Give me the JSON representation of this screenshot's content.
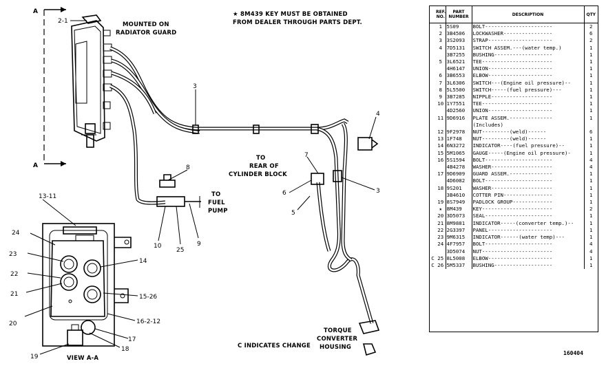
{
  "diagram": {
    "notes": {
      "key_note_1": "★ 8M439 KEY MUST BE OBTAINED",
      "key_note_2": "FROM DEALER THROUGH PARTS DEPT.",
      "mounted_1": "MOUNTED ON",
      "mounted_2": "RADIATOR GUARD",
      "rear_1": "TO",
      "rear_2": "REAR OF",
      "rear_3": "CYLINDER BLOCK",
      "fuel_1": "TO",
      "fuel_2": "FUEL",
      "fuel_3": "PUMP",
      "torque_1": "TORQUE",
      "torque_2": "CONVERTER",
      "torque_3": "HOUSING",
      "change_note": "C INDICATES CHANGE",
      "view_label": "VIEW A-A",
      "section_a_top": "A",
      "section_a_bottom": "A"
    },
    "callouts": {
      "c2_1": "2-1",
      "c3a": "3",
      "c3b": "3",
      "c4": "4",
      "c5": "5",
      "c6": "6",
      "c7": "7",
      "c8": "8",
      "c9": "9",
      "c10": "10",
      "c25": "25",
      "c13_11": "13-11",
      "c24": "24",
      "c23": "23",
      "c22": "22",
      "c21": "21",
      "c20": "20",
      "c14": "14",
      "c15_26": "15-26",
      "c16_2_12": "16-2-12",
      "c17": "17",
      "c18": "18",
      "c19": "19"
    }
  },
  "parts_list": {
    "headers": [
      "REF. NO.",
      "PART NUMBER",
      "DESCRIPTION",
      "QTY"
    ],
    "rows": [
      {
        "c": "",
        "ref": "1",
        "part": "5S09",
        "desc": "BOLT----------------------",
        "qty": "2"
      },
      {
        "c": "",
        "ref": "2",
        "part": "3B4506",
        "desc": "LOCKWASHER----------------",
        "qty": "6"
      },
      {
        "c": "",
        "ref": "3",
        "part": "3S2093",
        "desc": "STRAP---------------------",
        "qty": "2"
      },
      {
        "c": "",
        "ref": "4",
        "part": "7D5131",
        "desc": "SWITCH ASSEM.---(water temp.)",
        "qty": "1"
      },
      {
        "c": "",
        "ref": "",
        "part": "3B7255",
        "desc": "BUSHING-------------------",
        "qty": "1"
      },
      {
        "c": "",
        "ref": "5",
        "part": "3L6521",
        "desc": "TEE-----------------------",
        "qty": "1"
      },
      {
        "c": "",
        "ref": "",
        "part": "4H6147",
        "desc": "UNION---------------------",
        "qty": "1"
      },
      {
        "c": "",
        "ref": "6",
        "part": "3B6553",
        "desc": "ELBOW---------------------",
        "qty": "1"
      },
      {
        "c": "",
        "ref": "7",
        "part": "3L6306",
        "desc": "SWITCH---(Engine oil pressure)--",
        "qty": "1"
      },
      {
        "c": "",
        "ref": "8",
        "part": "5L5500",
        "desc": "SWITCH-----(fuel pressure)---",
        "qty": "1"
      },
      {
        "c": "",
        "ref": "9",
        "part": "3B7285",
        "desc": "NIPPLE--------------------",
        "qty": "1"
      },
      {
        "c": "",
        "ref": "10",
        "part": "1Y7551",
        "desc": "TEE-----------------------",
        "qty": "1"
      },
      {
        "c": "",
        "ref": "",
        "part": "4D2560",
        "desc": "UNION---------------------",
        "qty": "1"
      },
      {
        "c": "",
        "ref": "11",
        "part": "9D6916",
        "desc": "PLATE ASSEM.--------------",
        "qty": "1"
      },
      {
        "c": "",
        "ref": "",
        "part": "",
        "desc": "  (Includes)",
        "qty": ""
      },
      {
        "c": "",
        "ref": "12",
        "part": "9F2978",
        "desc": "  NUT---------(weld)------",
        "qty": "6"
      },
      {
        "c": "",
        "ref": "13",
        "part": "1F748",
        "desc": "  NUT---------(weld)------",
        "qty": "1"
      },
      {
        "c": "",
        "ref": "14",
        "part": "6N3272",
        "desc": "INDICATOR----(fuel pressure)--",
        "qty": "1"
      },
      {
        "c": "",
        "ref": "15",
        "part": "5M1065",
        "desc": "GAUGE-----(Engine oil pressure)-",
        "qty": "1"
      },
      {
        "c": "",
        "ref": "16",
        "part": "5S1594",
        "desc": "BOLT----------------------",
        "qty": "4"
      },
      {
        "c": "",
        "ref": "",
        "part": "4B4278",
        "desc": "WASHER--------------------",
        "qty": "4"
      },
      {
        "c": "",
        "ref": "17",
        "part": "9D6909",
        "desc": "GUARD ASSEM.--------------",
        "qty": "1"
      },
      {
        "c": "",
        "ref": "",
        "part": "4D6082",
        "desc": "BOLT----------------------",
        "qty": "1"
      },
      {
        "c": "",
        "ref": "18",
        "part": "9S201",
        "desc": "WASHER--------------------",
        "qty": "1"
      },
      {
        "c": "",
        "ref": "",
        "part": "3B4610",
        "desc": "COTTER PIN----------------",
        "qty": "1"
      },
      {
        "c": "",
        "ref": "19",
        "part": "8S7949",
        "desc": "PADLOCK GROUP-------------",
        "qty": "1"
      },
      {
        "c": "",
        "ref": "★",
        "part": "8M439",
        "desc": "KEY-----------------------",
        "qty": "2"
      },
      {
        "c": "",
        "ref": "20",
        "part": "3D5073",
        "desc": "SEAL----------------------",
        "qty": "1"
      },
      {
        "c": "",
        "ref": "21",
        "part": "8M9881",
        "desc": "INDICATOR-----(converter temp.)--",
        "qty": "1"
      },
      {
        "c": "",
        "ref": "22",
        "part": "2G3397",
        "desc": "PANEL---------------------",
        "qty": "1"
      },
      {
        "c": "",
        "ref": "23",
        "part": "9M6315",
        "desc": "INDICATOR------(water temp)---",
        "qty": "1"
      },
      {
        "c": "",
        "ref": "24",
        "part": "4F7957",
        "desc": "BOLT----------------------",
        "qty": "4"
      },
      {
        "c": "",
        "ref": "",
        "part": "3D5074",
        "desc": "NUT-----------------------",
        "qty": "4"
      },
      {
        "c": "C",
        "ref": "25",
        "part": "8L5008",
        "desc": "ELBOW---------------------",
        "qty": "1"
      },
      {
        "c": "C",
        "ref": "26",
        "part": "5M5337",
        "desc": "BUSHING-------------------",
        "qty": "1"
      }
    ],
    "code": "160404"
  }
}
